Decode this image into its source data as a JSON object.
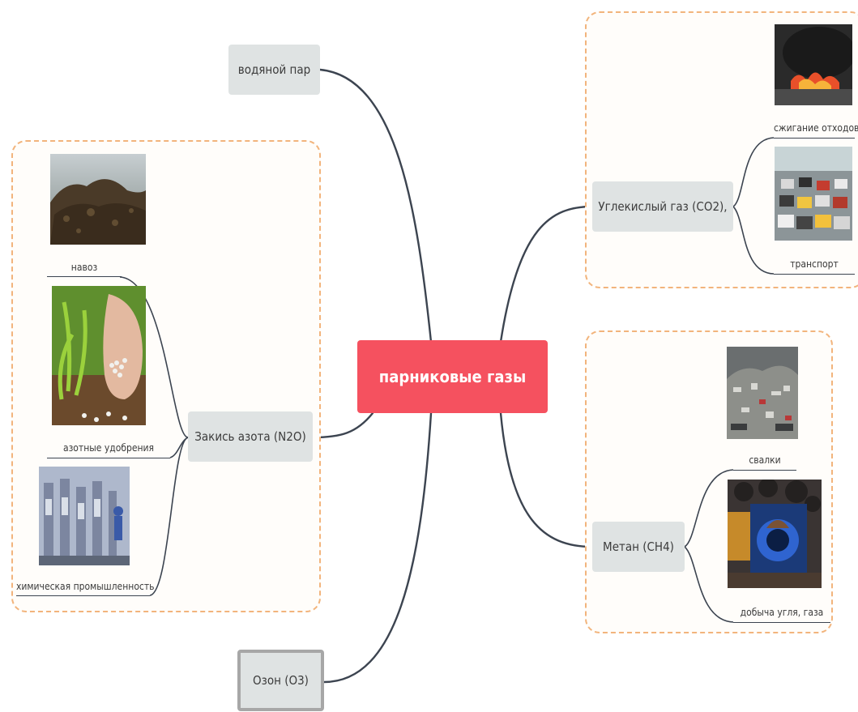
{
  "center": {
    "label": "парниковые газы"
  },
  "branches": {
    "water_vapor": {
      "label": "водяной пар"
    },
    "n2o": {
      "label": "Закись азота (N2O)",
      "sources": [
        "навоз",
        "азотные удобрения",
        "химическая промышленность"
      ]
    },
    "ozone": {
      "label": "Озон (O3)"
    },
    "co2": {
      "label": "Углекислый газ (CO2),",
      "sources": [
        "сжигание отходов",
        "транспорт"
      ]
    },
    "methane": {
      "label": "Метан (CH4)",
      "sources": [
        "свалки",
        "добыча угля, газа"
      ]
    }
  },
  "colors": {
    "center_fill": "#f5515f",
    "node_fill": "#dfe3e3",
    "boundary_stroke": "#f2b47c",
    "connector": "#3c4450"
  }
}
